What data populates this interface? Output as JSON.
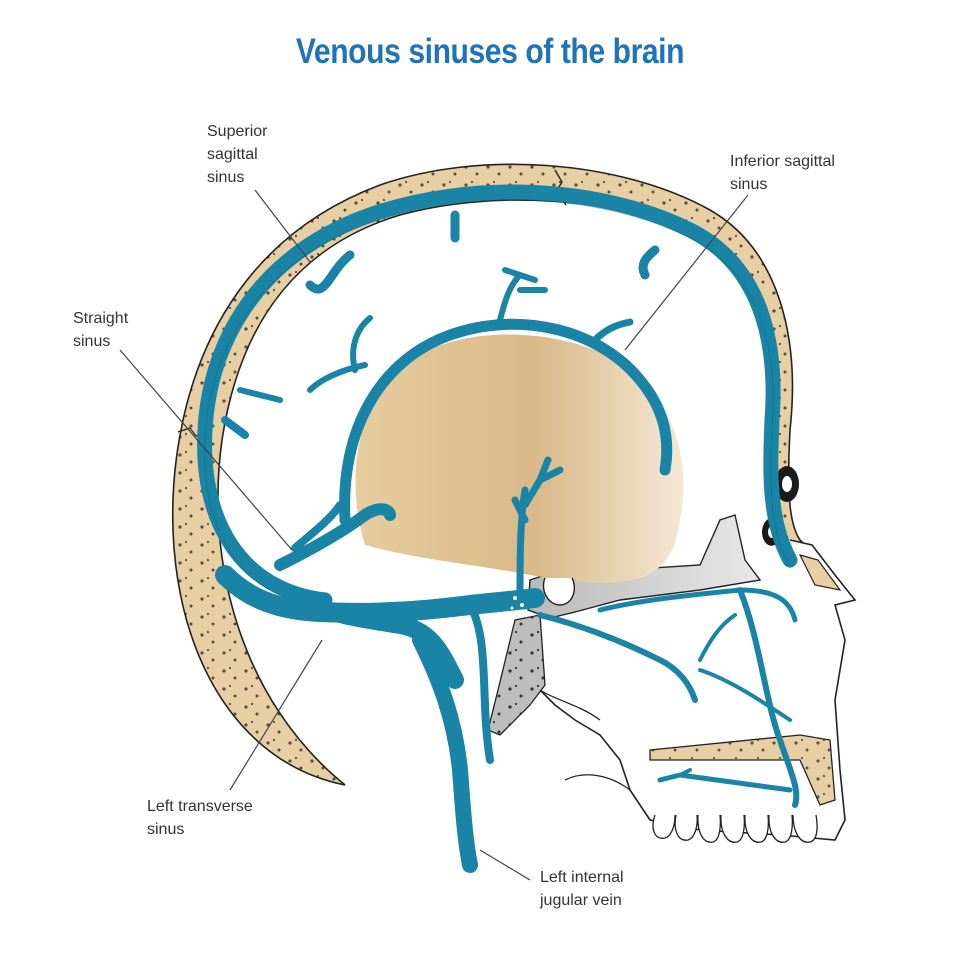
{
  "title": "Venous sinuses of the brain",
  "labels": {
    "superior_sagittal": "Superior\nsagittal\nsinus",
    "inferior_sagittal": "Inferior sagittal\nsinus",
    "straight": "Straight\nsinus",
    "left_transverse": "Left transverse\nsinus",
    "left_internal_jugular": "Left internal\njugular vein"
  },
  "colors": {
    "title": "#1f73b8",
    "vein": "#1a84a6",
    "bone": "#e8cfa3",
    "outline": "#222222",
    "label_text": "#333333",
    "leader": "#444444"
  },
  "icons": [
    "skull-outline",
    "venous-sinus-network"
  ]
}
